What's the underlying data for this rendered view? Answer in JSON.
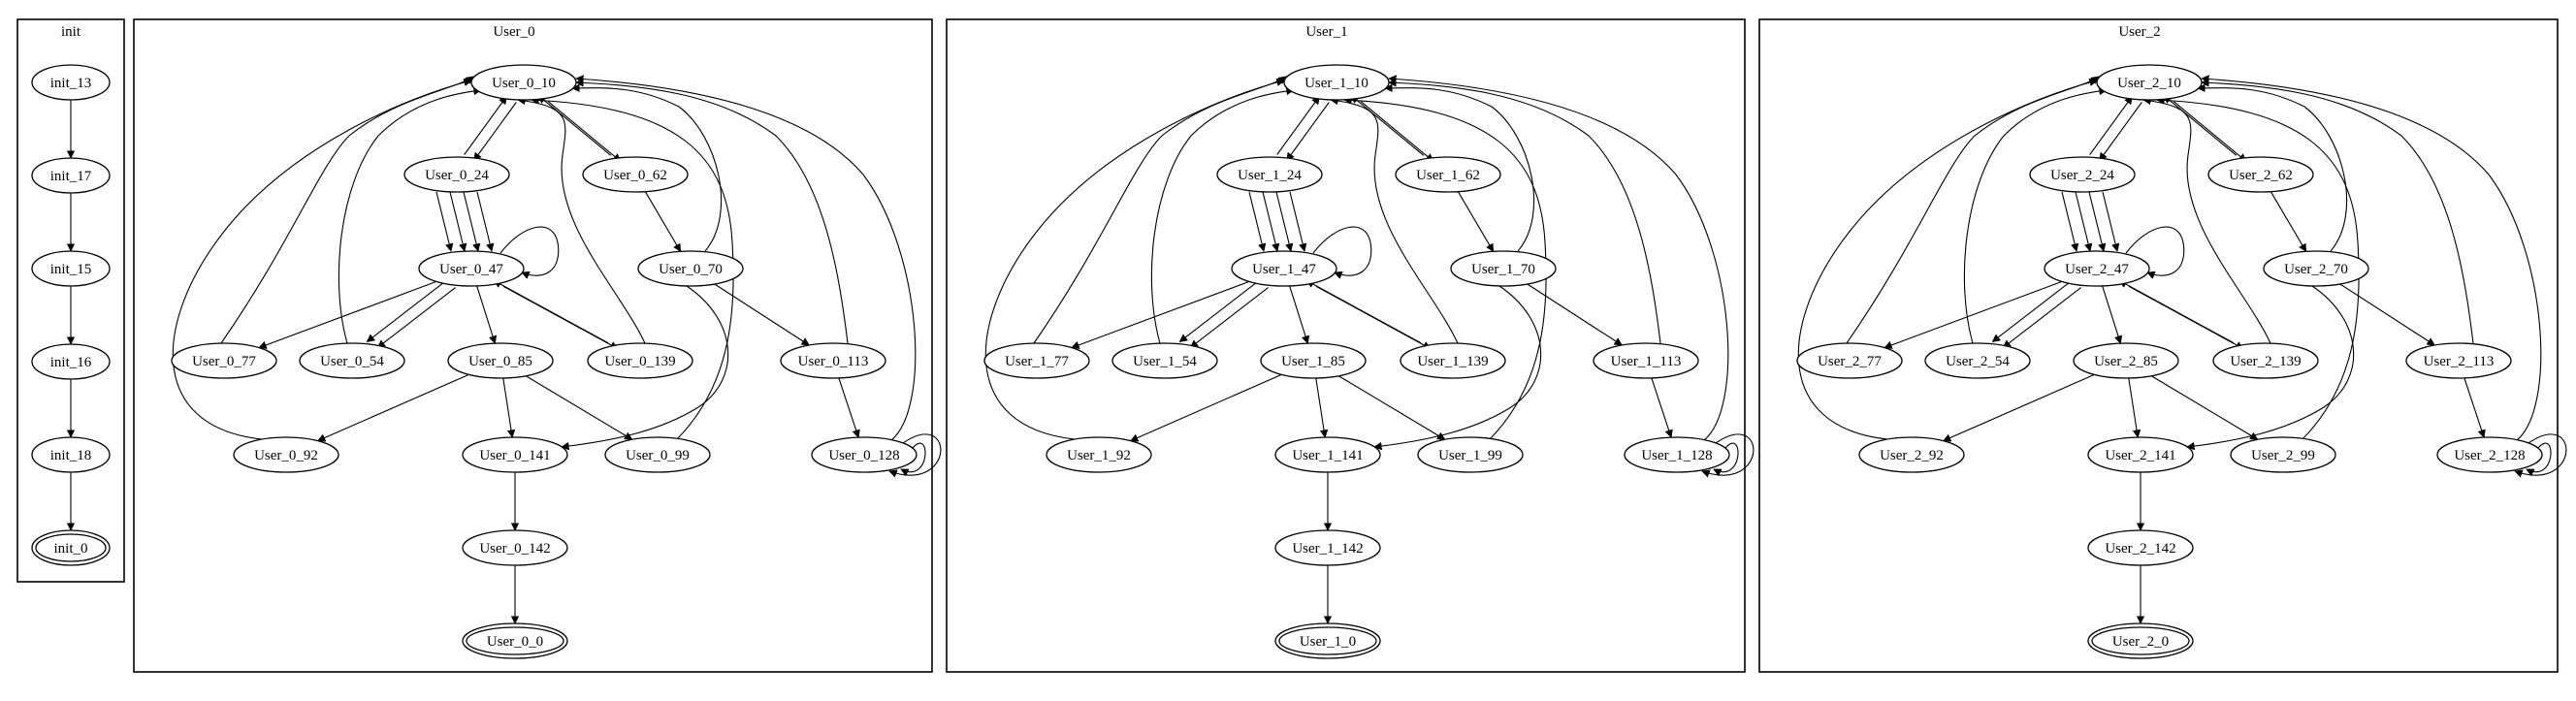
{
  "clusters": [
    {
      "id": "init",
      "label": "init",
      "nodes": [
        {
          "id": "init_13",
          "label": "init_13"
        },
        {
          "id": "init_17",
          "label": "init_17"
        },
        {
          "id": "init_15",
          "label": "init_15"
        },
        {
          "id": "init_16",
          "label": "init_16"
        },
        {
          "id": "init_18",
          "label": "init_18"
        },
        {
          "id": "init_0",
          "label": "init_0"
        }
      ],
      "edges": [
        [
          "init_13",
          "init_17"
        ],
        [
          "init_17",
          "init_15"
        ],
        [
          "init_15",
          "init_16"
        ],
        [
          "init_16",
          "init_18"
        ],
        [
          "init_18",
          "init_0"
        ]
      ]
    },
    {
      "id": "User_0",
      "label": "User_0",
      "nodes": [
        {
          "id": "10",
          "label": "User_0_10"
        },
        {
          "id": "24",
          "label": "User_0_24"
        },
        {
          "id": "62",
          "label": "User_0_62"
        },
        {
          "id": "47",
          "label": "User_0_47"
        },
        {
          "id": "70",
          "label": "User_0_70"
        },
        {
          "id": "77",
          "label": "User_0_77"
        },
        {
          "id": "54",
          "label": "User_0_54"
        },
        {
          "id": "85",
          "label": "User_0_85"
        },
        {
          "id": "139",
          "label": "User_0_139"
        },
        {
          "id": "113",
          "label": "User_0_113"
        },
        {
          "id": "92",
          "label": "User_0_92"
        },
        {
          "id": "141",
          "label": "User_0_141"
        },
        {
          "id": "99",
          "label": "User_0_99"
        },
        {
          "id": "128",
          "label": "User_0_128"
        },
        {
          "id": "142",
          "label": "User_0_142"
        },
        {
          "id": "0",
          "label": "User_0_0"
        }
      ]
    },
    {
      "id": "User_1",
      "label": "User_1",
      "nodes": [
        {
          "id": "10",
          "label": "User_1_10"
        },
        {
          "id": "24",
          "label": "User_1_24"
        },
        {
          "id": "62",
          "label": "User_1_62"
        },
        {
          "id": "47",
          "label": "User_1_47"
        },
        {
          "id": "70",
          "label": "User_1_70"
        },
        {
          "id": "77",
          "label": "User_1_77"
        },
        {
          "id": "54",
          "label": "User_1_54"
        },
        {
          "id": "85",
          "label": "User_1_85"
        },
        {
          "id": "139",
          "label": "User_1_139"
        },
        {
          "id": "113",
          "label": "User_1_113"
        },
        {
          "id": "92",
          "label": "User_1_92"
        },
        {
          "id": "141",
          "label": "User_1_141"
        },
        {
          "id": "99",
          "label": "User_1_99"
        },
        {
          "id": "128",
          "label": "User_1_128"
        },
        {
          "id": "142",
          "label": "User_1_142"
        },
        {
          "id": "0",
          "label": "User_1_0"
        }
      ]
    },
    {
      "id": "User_2",
      "label": "User_2",
      "nodes": [
        {
          "id": "10",
          "label": "User_2_10"
        },
        {
          "id": "24",
          "label": "User_2_24"
        },
        {
          "id": "62",
          "label": "User_2_62"
        },
        {
          "id": "47",
          "label": "User_2_47"
        },
        {
          "id": "70",
          "label": "User_2_70"
        },
        {
          "id": "77",
          "label": "User_2_77"
        },
        {
          "id": "54",
          "label": "User_2_54"
        },
        {
          "id": "85",
          "label": "User_2_85"
        },
        {
          "id": "139",
          "label": "User_2_139"
        },
        {
          "id": "113",
          "label": "User_2_113"
        },
        {
          "id": "92",
          "label": "User_2_92"
        },
        {
          "id": "141",
          "label": "User_2_141"
        },
        {
          "id": "99",
          "label": "User_2_99"
        },
        {
          "id": "128",
          "label": "User_2_128"
        },
        {
          "id": "142",
          "label": "User_2_142"
        },
        {
          "id": "0",
          "label": "User_2_0"
        }
      ]
    }
  ],
  "user_edges": [
    [
      "10",
      "24"
    ],
    [
      "24",
      "10"
    ],
    [
      "10",
      "62"
    ],
    [
      "62",
      "10"
    ],
    [
      "24",
      "47"
    ],
    [
      "24",
      "47"
    ],
    [
      "24",
      "47"
    ],
    [
      "24",
      "47"
    ],
    [
      "47",
      "47"
    ],
    [
      "62",
      "70"
    ],
    [
      "47",
      "77"
    ],
    [
      "47",
      "54"
    ],
    [
      "47",
      "54"
    ],
    [
      "47",
      "85"
    ],
    [
      "47",
      "139"
    ],
    [
      "139",
      "47"
    ],
    [
      "77",
      "10"
    ],
    [
      "54",
      "10"
    ],
    [
      "139",
      "10"
    ],
    [
      "70",
      "10"
    ],
    [
      "70",
      "113"
    ],
    [
      "70",
      "141"
    ],
    [
      "113",
      "10"
    ],
    [
      "113",
      "128"
    ],
    [
      "128",
      "10"
    ],
    [
      "128",
      "128"
    ],
    [
      "128",
      "128"
    ],
    [
      "85",
      "92"
    ],
    [
      "85",
      "141"
    ],
    [
      "85",
      "99"
    ],
    [
      "92",
      "10"
    ],
    [
      "99",
      "10"
    ],
    [
      "141",
      "142"
    ],
    [
      "142",
      "0"
    ]
  ]
}
